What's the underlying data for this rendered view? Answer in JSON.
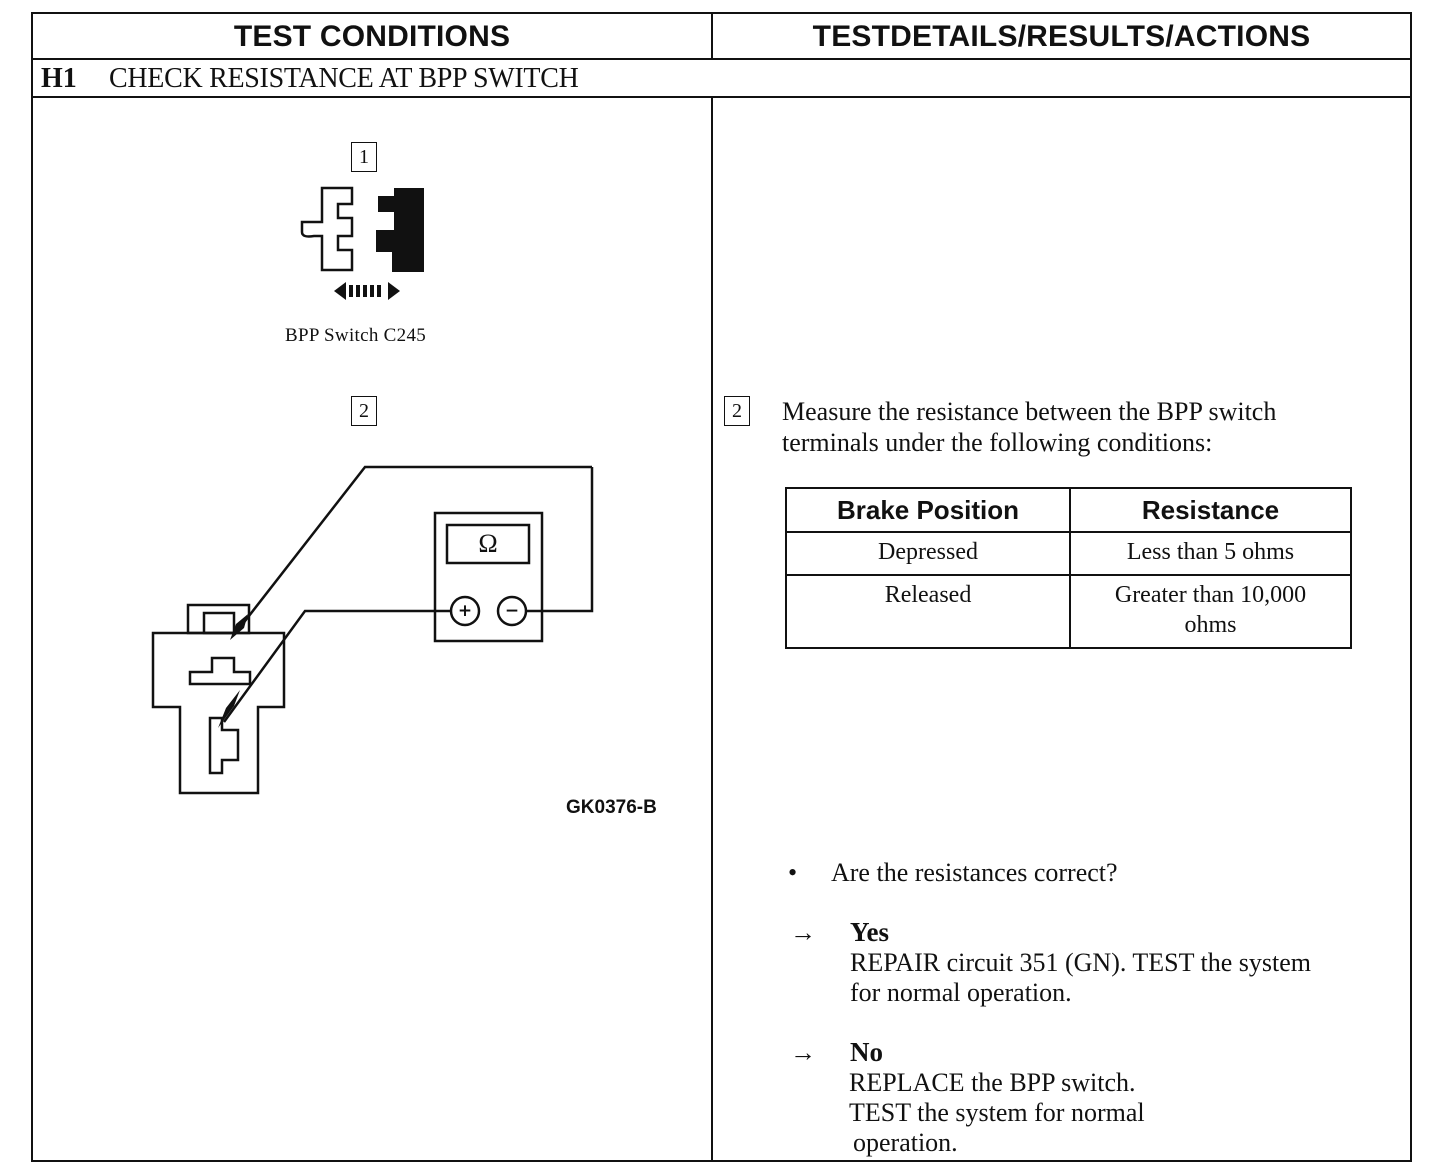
{
  "header": {
    "left": "TEST CONDITIONS",
    "right": "TESTDETAILS/RESULTS/ACTIONS"
  },
  "step": {
    "id": "H1",
    "title": "CHECK RESISTANCE AT BPP SWITCH"
  },
  "figure": {
    "ref1": "1",
    "caption1": "BPP Switch C245",
    "ref2": "2",
    "meter_symbol": "Ω",
    "meter_plus": "+",
    "meter_minus": "−",
    "code": "GK0376-B"
  },
  "details": {
    "ref": "2",
    "instruction_line1": "Measure the resistance between the BPP switch",
    "instruction_line2": "terminals under the following conditions:",
    "table": {
      "headers": [
        "Brake Position",
        "Resistance"
      ],
      "rows": [
        [
          "Depressed",
          "Less than 5 ohms"
        ],
        [
          "Released",
          "Greater than 10,000 ohms"
        ]
      ]
    },
    "bullet": "•",
    "question": "Are the resistances correct?",
    "arrow": "→",
    "yes": {
      "label": "Yes",
      "line1": "REPAIR circuit 351 (GN). TEST the system",
      "line2": "for normal operation."
    },
    "no": {
      "label": "No",
      "line1": "REPLACE the BPP switch.",
      "line2": "TEST the system for normal",
      "line3": "operation."
    }
  }
}
